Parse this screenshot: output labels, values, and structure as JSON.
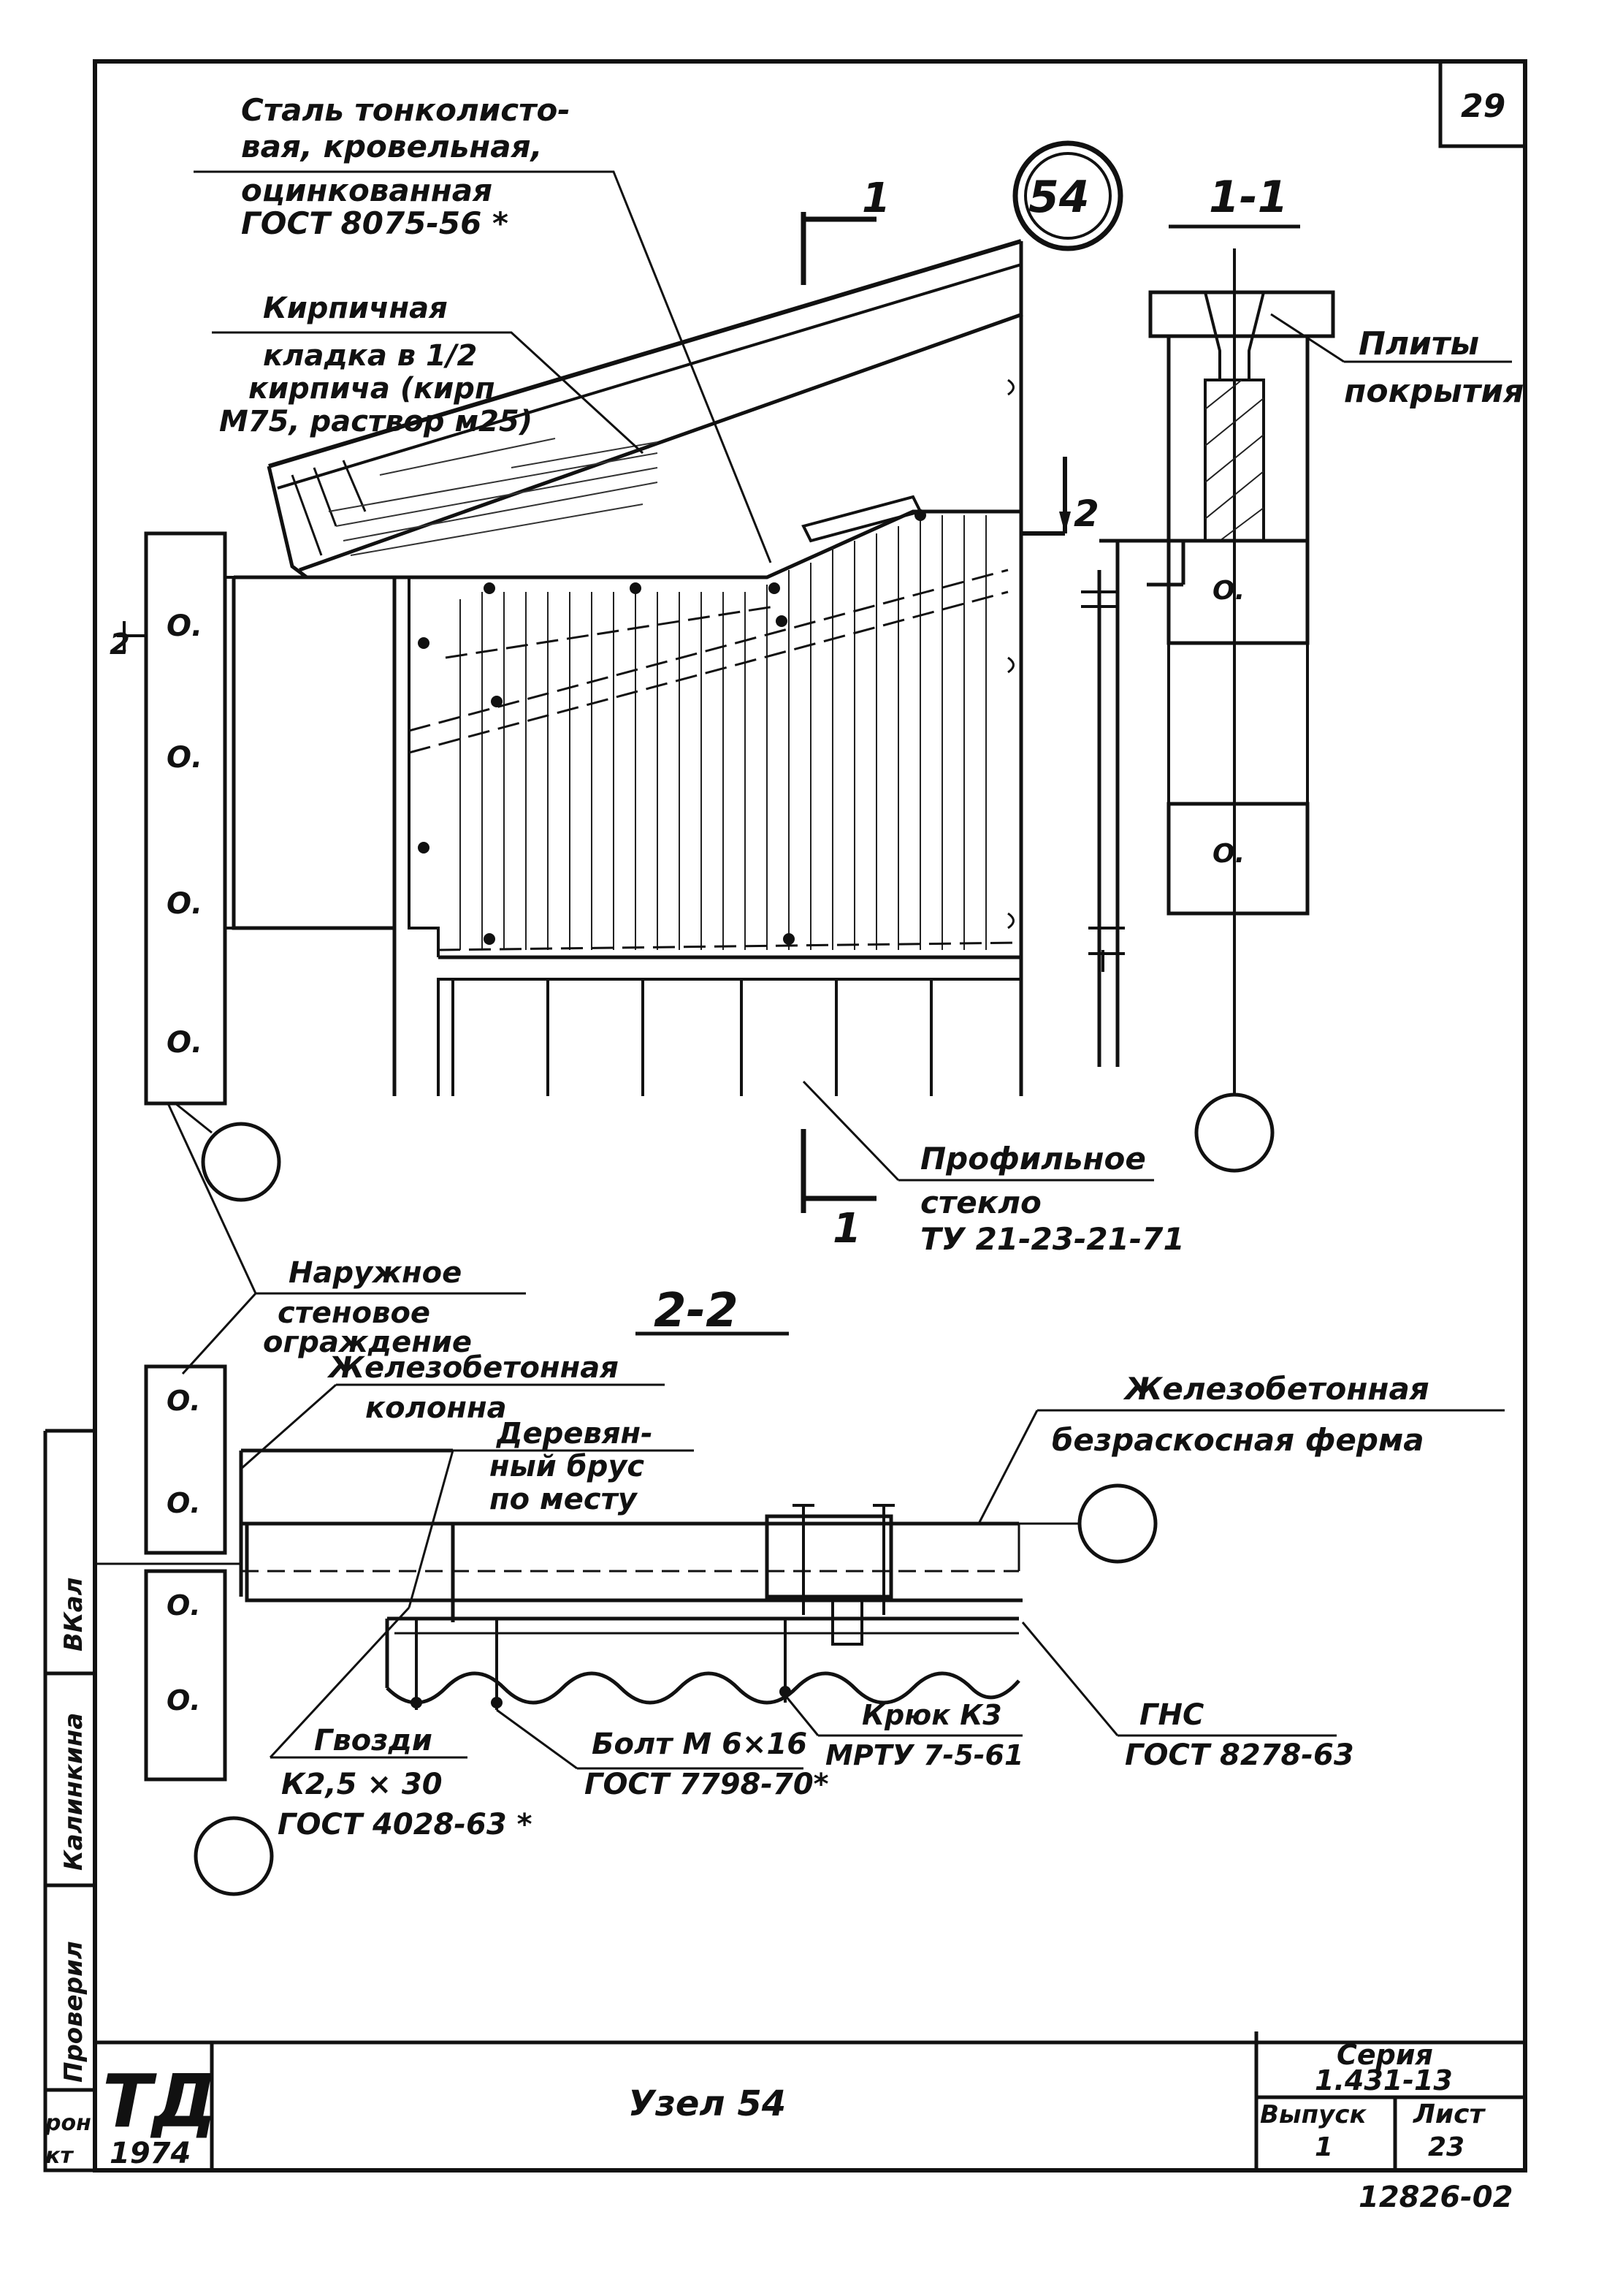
{
  "sheet_number": "29",
  "node_circle": "54",
  "section_1_1": "1-1",
  "section_2_2": "2-2",
  "cut_1_top": "1",
  "cut_1_bottom": "1",
  "cut_2_right": "2",
  "cut_2_left": "2",
  "labels": {
    "steel": [
      "Сталь тонколисто-",
      "вая, кровельная,",
      "оцинкованная",
      "ГОСТ  8075-56 *"
    ],
    "brick": [
      "Кирпичная",
      "кладка в 1/2",
      "кирпича (кирп",
      "М75, раствор м25)"
    ],
    "slabs": [
      "Плиты",
      "покрытия"
    ],
    "glass": [
      "Профильное",
      "стекло",
      "ТУ 21-23-21-71"
    ],
    "wall": [
      "Наружное",
      "стеновое",
      "ограждение"
    ],
    "column": [
      "Железобетонная",
      "колонна"
    ],
    "beam": [
      "Деревян-",
      "ный брус",
      "по месту"
    ],
    "truss": [
      "Железобетонная",
      "безраскосная ферма"
    ],
    "nails": [
      "Гвозди",
      "К2,5 × 30",
      "ГОСТ 4028-63 *"
    ],
    "bolt": [
      "Болт М 6×16",
      "ГОСТ 7798-70*"
    ],
    "hook": [
      "Крюк К3",
      "МРТУ 7-5-61"
    ],
    "gns": [
      "ГНС",
      "ГОСТ 8278-63"
    ],
    "mark_o": "О."
  },
  "title_block": {
    "logo": "ТД",
    "year": "1974",
    "title": "Узел 54",
    "series_label": "Серия",
    "series_value": "1.431-13",
    "issue_label": "Выпуск",
    "issue_value": "1",
    "sheet_label": "Лист",
    "sheet_value": "23",
    "archive_number": "12826-02"
  },
  "side_stamp": {
    "checked": "Проверил",
    "name": "Калинкина",
    "signature": "ВКал",
    "cut_left_1": "рон",
    "cut_left_2": "кт"
  }
}
